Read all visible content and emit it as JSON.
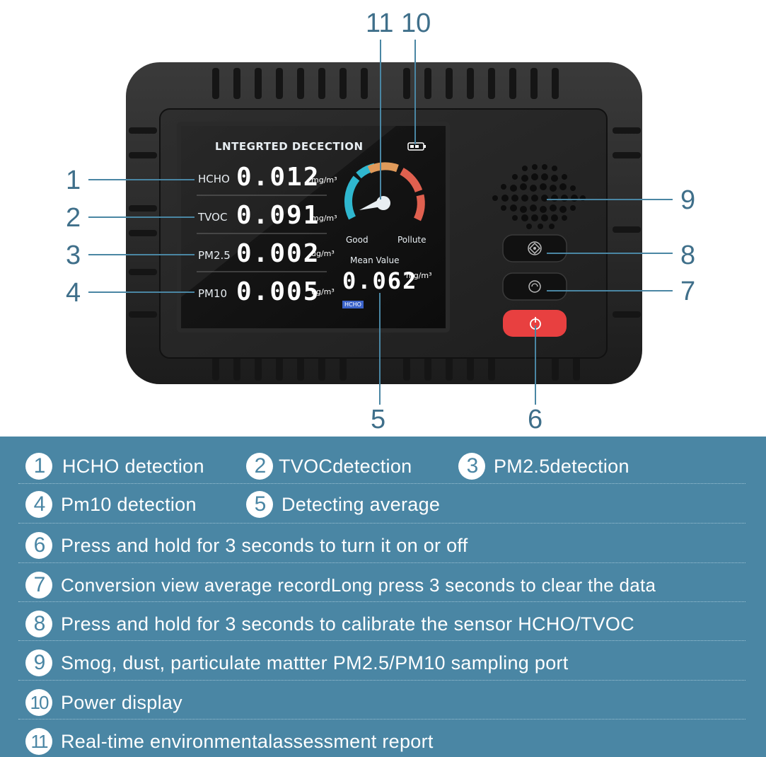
{
  "screen": {
    "title": "LNTEGRTED DECECTION",
    "readings": [
      {
        "label": "HCHO",
        "value": "0.012",
        "unit": "mg/m³"
      },
      {
        "label": "TVOC",
        "value": "0.091",
        "unit": "mg/m³"
      },
      {
        "label": "PM2.5",
        "value": "0.002",
        "unit": "ug/m³"
      },
      {
        "label": "PM10",
        "value": "0.005",
        "unit": "ug/m³"
      }
    ],
    "gauge": {
      "good_label": "Good",
      "pollute_label": "Pollute"
    },
    "mean": {
      "label": "Mean Value",
      "value": "0.062",
      "unit": "mg/m³",
      "tag": "HCHO"
    }
  },
  "callouts": [
    "1",
    "2",
    "3",
    "4",
    "5",
    "6",
    "7",
    "8",
    "9",
    "10",
    "11"
  ],
  "colors": {
    "banner": "#4a86a4",
    "callout": "#3f6f8a",
    "power_button": "#e84040"
  },
  "legend": [
    {
      "num": "1",
      "text": "HCHO detection"
    },
    {
      "num": "2",
      "text": "TVOCdetection"
    },
    {
      "num": "3",
      "text": "PM2.5detection"
    },
    {
      "num": "4",
      "text": "Pm10 detection"
    },
    {
      "num": "5",
      "text": "Detecting average"
    },
    {
      "num": "6",
      "text": "Press and hold for 3 seconds to turn it on or off"
    },
    {
      "num": "7",
      "text": "Conversion view average recordLong press 3 seconds to clear the data"
    },
    {
      "num": "8",
      "text": "Press and hold for 3 seconds to calibrate the sensor HCHO/TVOC"
    },
    {
      "num": "9",
      "text": "Smog, dust, particulate mattter PM2.5/PM10 sampling port"
    },
    {
      "num": "10",
      "text": "Power display"
    },
    {
      "num": "11",
      "text": "Real-time environmentalassessment report"
    }
  ]
}
